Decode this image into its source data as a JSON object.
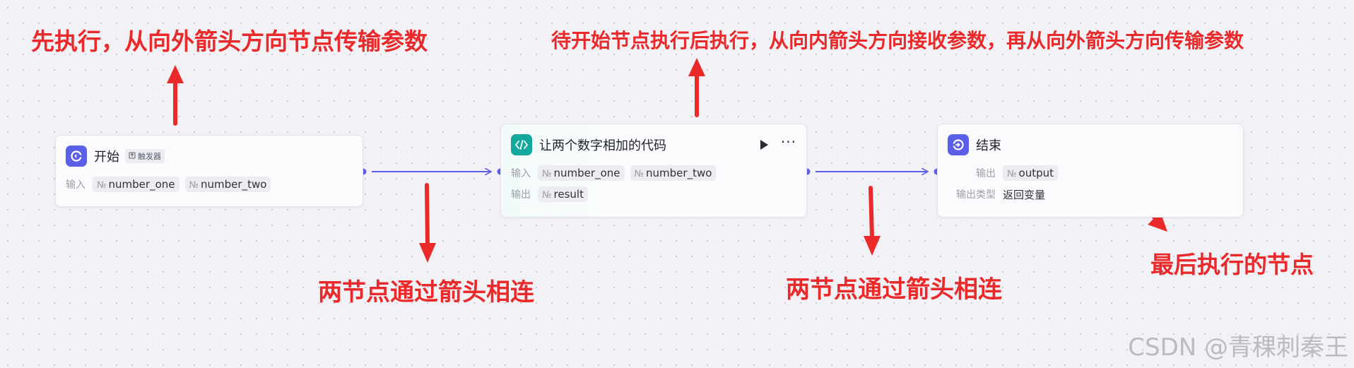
{
  "nodes": {
    "start": {
      "title": "开始",
      "badge": "触发器",
      "input_label": "输入",
      "inputs": [
        "number_one",
        "number_two"
      ]
    },
    "code": {
      "title": "让两个数字相加的代码",
      "input_label": "输入",
      "inputs": [
        "number_one",
        "number_two"
      ],
      "output_label": "输出",
      "outputs": [
        "result"
      ]
    },
    "end": {
      "title": "结束",
      "output_label": "输出",
      "outputs": [
        "output"
      ],
      "output_type_label": "输出类型",
      "output_type_value": "返回变量"
    }
  },
  "param_prefix": "№",
  "annotations": {
    "start_desc": "先执行，从向外箭头方向节点传输参数",
    "code_desc": "待开始节点执行后执行，从向内箭头方向接收参数，再从向外箭头方向传输参数",
    "link_one": "两节点通过箭头相连",
    "link_two": "两节点通过箭头相连",
    "end_desc": "最后执行的节点"
  },
  "watermark": "CSDN @青稞刺秦王",
  "colors": {
    "annotation": "#ea2a2a",
    "edge": "#5b5fe8",
    "start_icon": "#5b5fe8",
    "code_icon": "#13a89e",
    "end_icon": "#5b5fe8"
  },
  "icons": {
    "start": "start-icon",
    "code": "code-brackets-icon",
    "end": "end-icon"
  }
}
